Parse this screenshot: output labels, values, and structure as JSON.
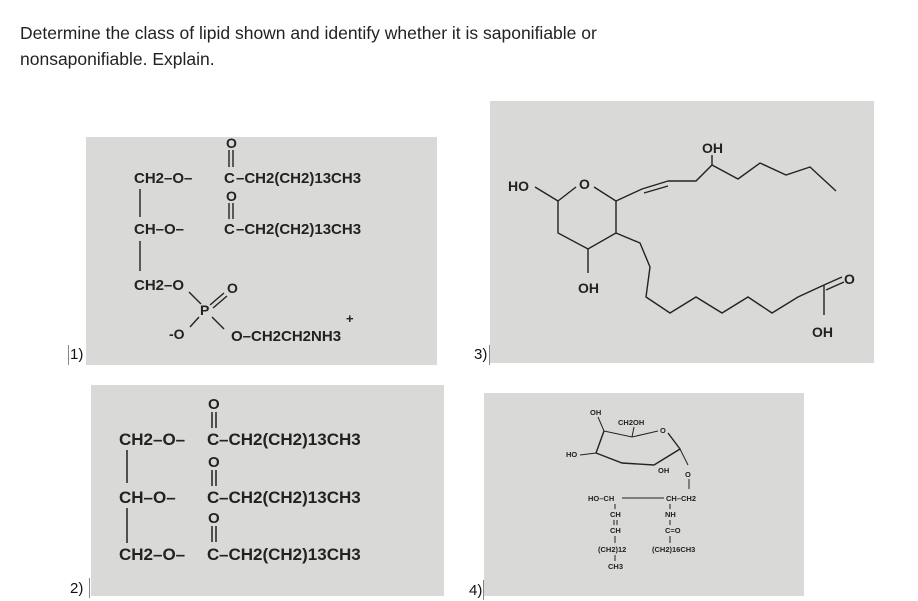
{
  "question": {
    "line1": "Determine the class of lipid shown and identify whether it is saponifiable or",
    "line2": "nonsaponifiable. Explain."
  },
  "labels": [
    "1)",
    "2)",
    "3)",
    "4)"
  ],
  "structure1": {
    "row1_left": "CH2–O–",
    "carbonyl_o": "O",
    "chain": "–CH2(CH2)13CH3",
    "row2_left": "CH–O–",
    "row3_left": "CH2–O",
    "phosphate_eq_o": "O",
    "phosphate_p": "P",
    "phosphate_o_minus": "-O",
    "ethanolamine": "O–CH2CH2NH3",
    "plus": "+"
  },
  "structure2": {
    "row1": "CH2–O–",
    "row2": "CH–O–",
    "row3": "CH2–O–",
    "carbonyl_o": "O",
    "chain": "–CH2(CH2)13CH3"
  },
  "structure3": {
    "ho_ring": "HO",
    "ring_o": "O",
    "oh_ring": "OH",
    "oh_top": "OH",
    "acid_o": "O",
    "acid_oh": "OH"
  },
  "structure4": {
    "oh_top": "OH",
    "ch2oh": "CH2OH",
    "ring_o": "O",
    "ho_left": "HO",
    "oh_bottom": "OH",
    "glyco_o": "O",
    "backbone_left": "HO–CH",
    "backbone_right": "CH–CH2",
    "ch1": "CH",
    "ch2": "CH",
    "nh": "NH",
    "co": "C=O",
    "chain_left": "(CH2)12",
    "chain_right": "(CH2)16CH3",
    "ch3": "CH3"
  }
}
